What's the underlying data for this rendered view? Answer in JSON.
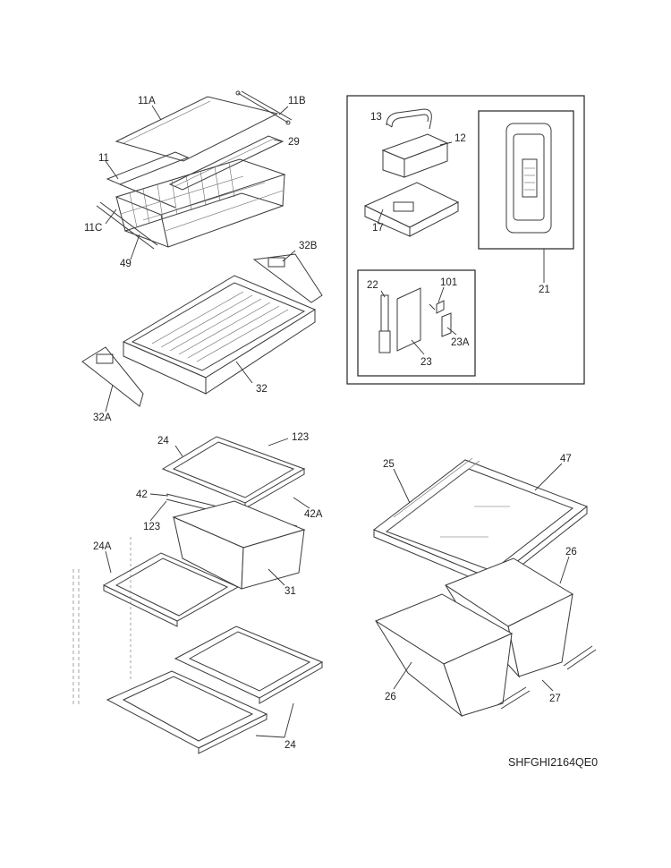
{
  "diagram_code": "SHFGHI2164QE0",
  "part_labels": {
    "p11A": "11A",
    "p11B": "11B",
    "p29": "29",
    "p11": "11",
    "p11C": "11C",
    "p49": "49",
    "p32B": "32B",
    "p32": "32",
    "p32A": "32A",
    "p13": "13",
    "p12": "12",
    "p17": "17",
    "p21": "21",
    "p22": "22",
    "p101": "101",
    "p23A": "23A",
    "p23": "23",
    "p24top": "24",
    "p123top": "123",
    "p42": "42",
    "p42A": "42A",
    "p123": "123",
    "p24A": "24A",
    "p31": "31",
    "p24bottom": "24",
    "p25": "25",
    "p47": "47",
    "p26right": "26",
    "p26left": "26",
    "p27": "27"
  }
}
